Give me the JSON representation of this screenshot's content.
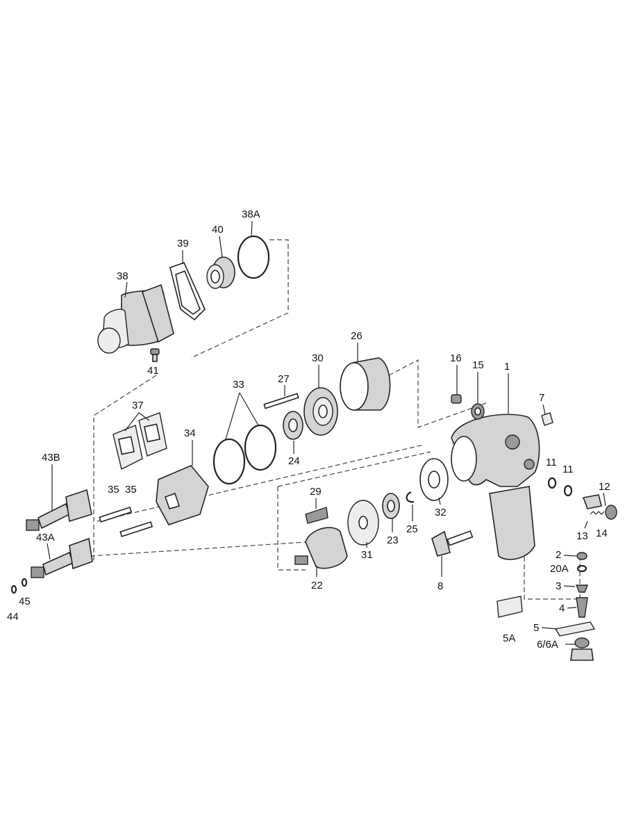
{
  "labels": {
    "p1": "1",
    "p2": "2",
    "p20a": "20A",
    "p3": "3",
    "p4": "4",
    "p5": "5",
    "p5a": "5A",
    "p66a": "6/6A",
    "p7": "7",
    "p8": "8",
    "p11a": "11",
    "p11b": "11",
    "p12": "12",
    "p13": "13",
    "p14": "14",
    "p15": "15",
    "p16": "16",
    "p22": "22",
    "p23": "23",
    "p24": "24",
    "p25": "25",
    "p26": "26",
    "p27": "27",
    "p29": "29",
    "p30": "30",
    "p31": "31",
    "p32": "32",
    "p33": "33",
    "p34": "34",
    "p35a": "35",
    "p35b": "35",
    "p37": "37",
    "p38": "38",
    "p38a": "38A",
    "p39": "39",
    "p40": "40",
    "p41": "41",
    "p43a": "43A",
    "p43b": "43B",
    "p44": "44",
    "p45": "45"
  }
}
